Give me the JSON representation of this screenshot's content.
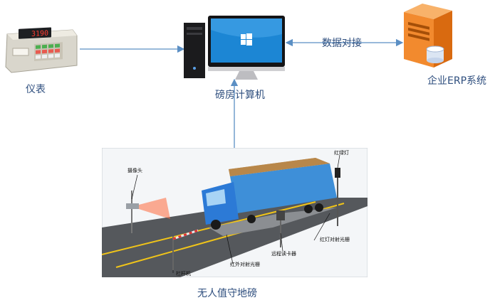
{
  "nodes": {
    "meter": {
      "label": "仪表",
      "display": "3190"
    },
    "pc": {
      "label": "磅房计算机"
    },
    "erp": {
      "label": "企业ERP系统"
    },
    "scale": {
      "label": "无人值守地磅",
      "callouts": {
        "camera": "摄像头",
        "light": "红绿灯",
        "ir_right": "红灯对射光栅",
        "reader": "远程读卡器",
        "ir_bottom": "红外对射光栅",
        "barrier": "栏杆机"
      }
    }
  },
  "edges": {
    "pc_erp": {
      "label": "数据对接"
    }
  },
  "colors": {
    "connector": "#5b8fc4",
    "text": "#2e4e7e",
    "truck_cab": "#2c7ad6"
  }
}
